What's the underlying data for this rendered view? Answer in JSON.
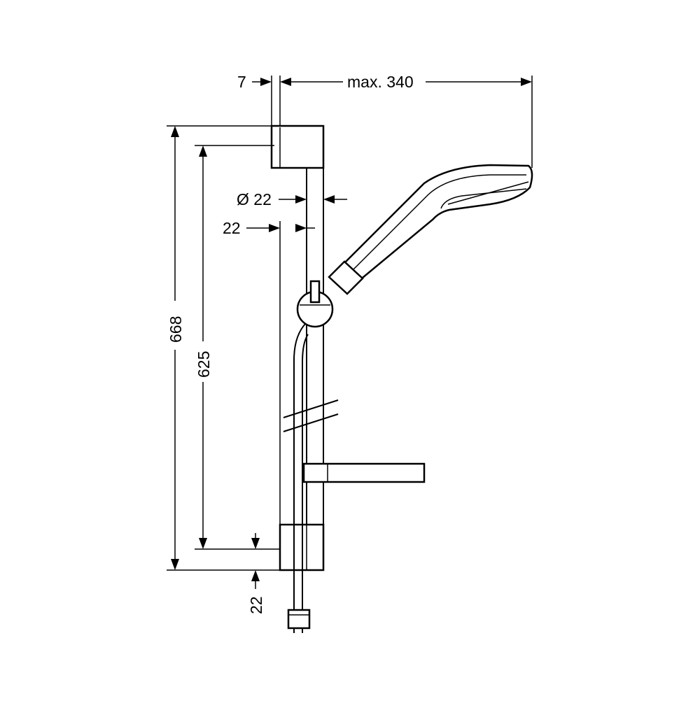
{
  "dimensions": {
    "offset_top": "7",
    "max_reach": "max. 340",
    "diameter": "Ø 22",
    "rail_width": "22",
    "total_height": "668",
    "mount_distance": "625",
    "bottom_offset": "22"
  },
  "colors": {
    "line": "#000000",
    "background": "#ffffff"
  }
}
